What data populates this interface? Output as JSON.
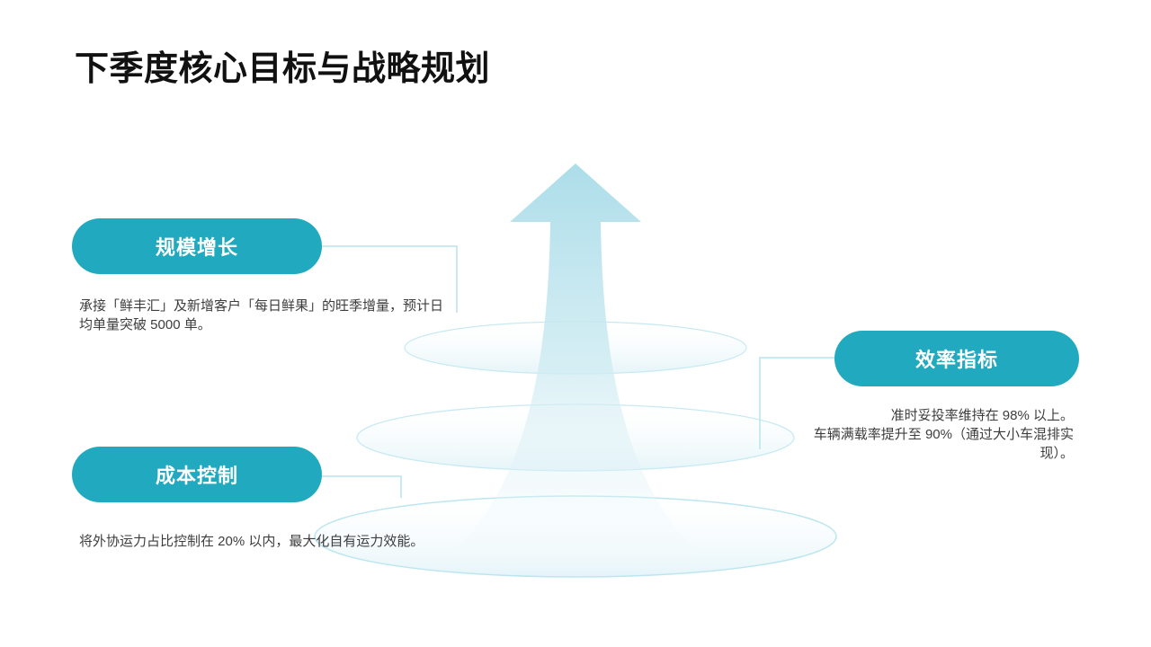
{
  "title": "下季度核心目标与战略规划",
  "colors": {
    "pill_teal": "#21AABF",
    "arrow_blue_top": "#ACDDE9",
    "arrow_blue_bottom": "#EDF7FA",
    "connector_line": "#AEDFEA",
    "ellipse_stroke": "#C7EAF2"
  },
  "goals": [
    {
      "label": "规模增长",
      "desc": "承接「鲜丰汇」及新增客户「每日鲜果」的旺季增量，预计日均单量突破 5000 单。"
    },
    {
      "label": "效率指标",
      "desc": "准时妥投率维持在 98% 以上。\n车辆满载率提升至 90%（通过大小车混排实现）。"
    },
    {
      "label": "成本控制",
      "desc": "将外协运力占比控制在 20% 以内，最大化自有运力效能。"
    }
  ]
}
